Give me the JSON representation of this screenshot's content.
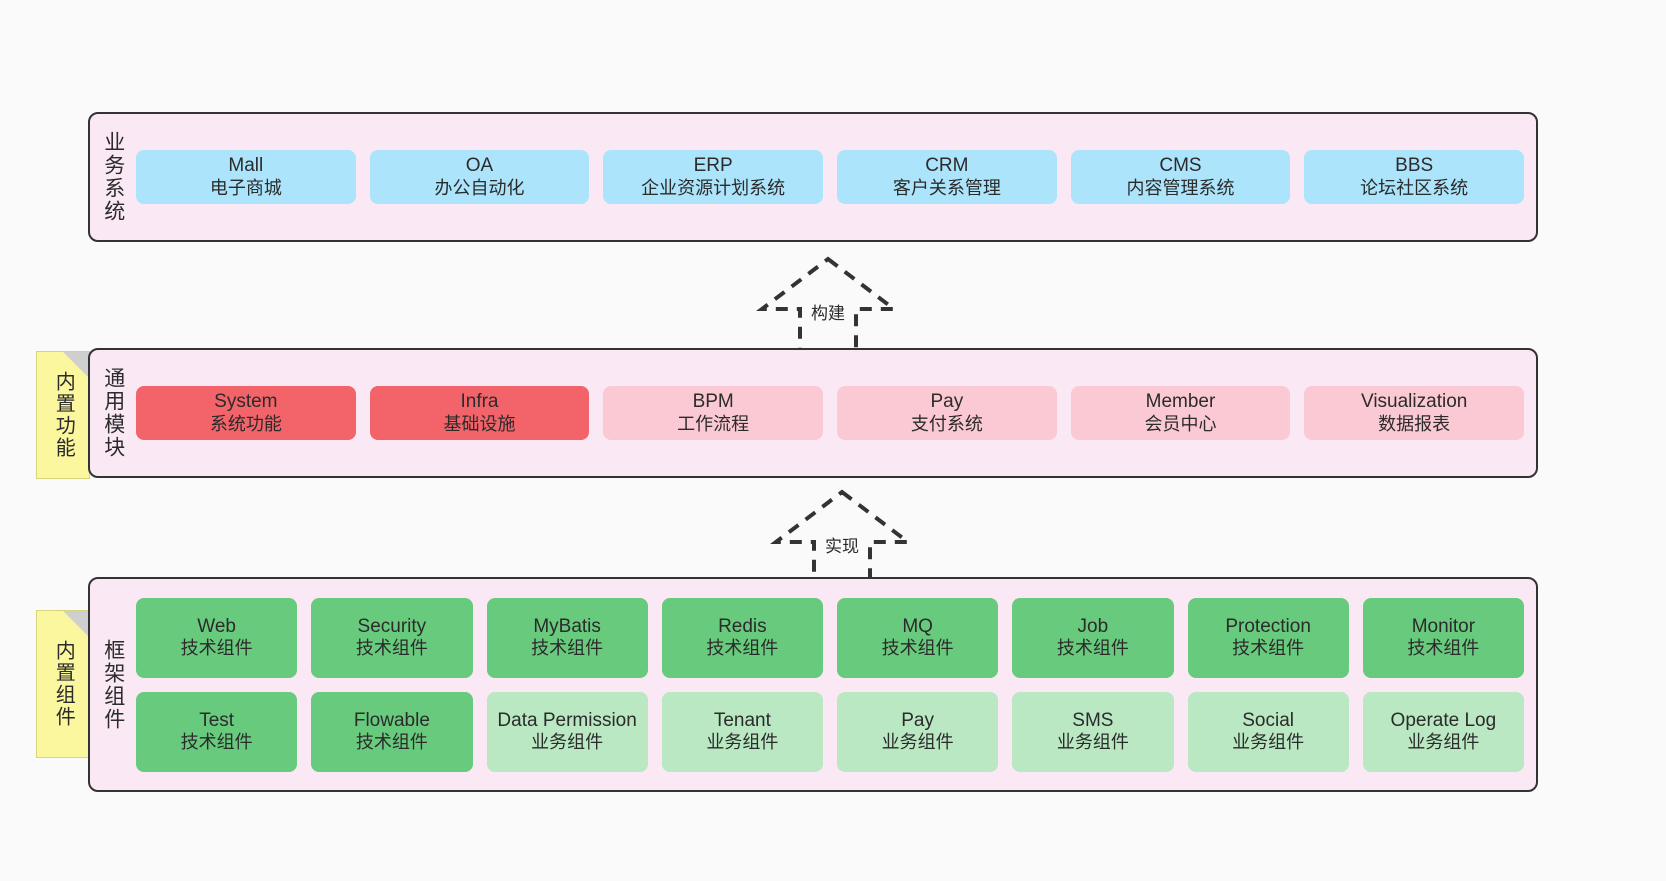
{
  "diagram": {
    "background_color": "#fafafa",
    "layer_fill": "#fae9f4",
    "layer_border": "#333333"
  },
  "layers": {
    "business": {
      "label": "业务系统",
      "box_color": "#ace4fb",
      "items": [
        {
          "en": "Mall",
          "cn": "电子商城"
        },
        {
          "en": "OA",
          "cn": "办公自动化"
        },
        {
          "en": "ERP",
          "cn": "企业资源计划系统"
        },
        {
          "en": "CRM",
          "cn": "客户关系管理"
        },
        {
          "en": "CMS",
          "cn": "内容管理系统"
        },
        {
          "en": "BBS",
          "cn": "论坛社区系统"
        }
      ]
    },
    "modules": {
      "label": "通用模块",
      "note": "内置功能",
      "note_color": "#fbf79e",
      "strong_color": "#f2636a",
      "soft_color": "#fbc9d3",
      "items": [
        {
          "en": "System",
          "cn": "系统功能",
          "tone": "strong"
        },
        {
          "en": "Infra",
          "cn": "基础设施",
          "tone": "strong"
        },
        {
          "en": "BPM",
          "cn": "工作流程",
          "tone": "soft"
        },
        {
          "en": "Pay",
          "cn": "支付系统",
          "tone": "soft"
        },
        {
          "en": "Member",
          "cn": "会员中心",
          "tone": "soft"
        },
        {
          "en": "Visualization",
          "cn": "数据报表",
          "tone": "soft"
        }
      ]
    },
    "framework": {
      "label": "框架组件",
      "note": "内置组件",
      "note_color": "#fbf79e",
      "strong_color": "#68ca7d",
      "soft_color": "#b9e8c2",
      "items": [
        {
          "en": "Web",
          "cn": "技术组件",
          "tone": "strong"
        },
        {
          "en": "Security",
          "cn": "技术组件",
          "tone": "strong"
        },
        {
          "en": "MyBatis",
          "cn": "技术组件",
          "tone": "strong"
        },
        {
          "en": "Redis",
          "cn": "技术组件",
          "tone": "strong"
        },
        {
          "en": "MQ",
          "cn": "技术组件",
          "tone": "strong"
        },
        {
          "en": "Job",
          "cn": "技术组件",
          "tone": "strong"
        },
        {
          "en": "Protection",
          "cn": "技术组件",
          "tone": "strong"
        },
        {
          "en": "Monitor",
          "cn": "技术组件",
          "tone": "strong"
        },
        {
          "en": "Test",
          "cn": "技术组件",
          "tone": "strong"
        },
        {
          "en": "Flowable",
          "cn": "技术组件",
          "tone": "strong"
        },
        {
          "en": "Data Permission",
          "cn": "业务组件",
          "tone": "soft"
        },
        {
          "en": "Tenant",
          "cn": "业务组件",
          "tone": "soft"
        },
        {
          "en": "Pay",
          "cn": "业务组件",
          "tone": "soft"
        },
        {
          "en": "SMS",
          "cn": "业务组件",
          "tone": "soft"
        },
        {
          "en": "Social",
          "cn": "业务组件",
          "tone": "soft"
        },
        {
          "en": "Operate Log",
          "cn": "业务组件",
          "tone": "soft"
        }
      ]
    }
  },
  "connectors": [
    {
      "label": "构建",
      "from": "modules",
      "to": "business",
      "style": "dashed-hollow-arrow-up"
    },
    {
      "label": "实现",
      "from": "framework",
      "to": "modules",
      "style": "dashed-hollow-arrow-up"
    }
  ]
}
